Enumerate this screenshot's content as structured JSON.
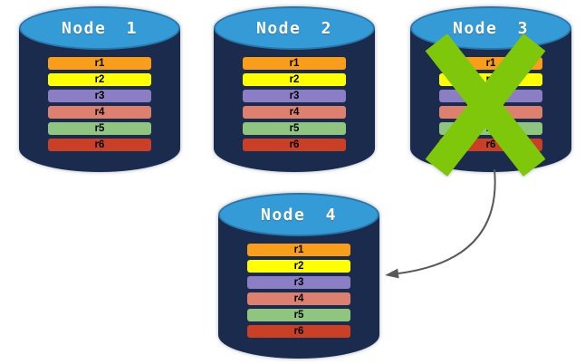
{
  "diagram": {
    "type": "database-replication",
    "colors": {
      "background": "#FFFFFF",
      "cylinder_body": "#1A2B4D",
      "cylinder_top": "#359BD7",
      "node_label_text": "#FFFFFF",
      "row_text": "#000000",
      "cross": "#7FC70B",
      "arrow": "#595959"
    },
    "nodes": [
      {
        "label": "Node 1",
        "failed": false,
        "rows": [
          {
            "label": "r1",
            "color": "#F99D1C"
          },
          {
            "label": "r2",
            "color": "#FFFF00"
          },
          {
            "label": "r3",
            "color": "#8C7EC4"
          },
          {
            "label": "r4",
            "color": "#DD8070"
          },
          {
            "label": "r5",
            "color": "#8FC57F"
          },
          {
            "label": "r6",
            "color": "#C94026"
          }
        ]
      },
      {
        "label": "Node 2",
        "failed": false,
        "rows": [
          {
            "label": "r1",
            "color": "#F99D1C"
          },
          {
            "label": "r2",
            "color": "#FFFF00"
          },
          {
            "label": "r3",
            "color": "#8C7EC4"
          },
          {
            "label": "r4",
            "color": "#DD8070"
          },
          {
            "label": "r5",
            "color": "#8FC57F"
          },
          {
            "label": "r6",
            "color": "#C94026"
          }
        ]
      },
      {
        "label": "Node 3",
        "failed": true,
        "rows": [
          {
            "label": "r1",
            "color": "#F99D1C"
          },
          {
            "label": "r2",
            "color": "#FFFF00"
          },
          {
            "label": "r3",
            "color": "#8C7EC4"
          },
          {
            "label": "r4",
            "color": "#DD8070"
          },
          {
            "label": "r5",
            "color": "#8FC57F"
          },
          {
            "label": "r6",
            "color": "#C94026"
          }
        ]
      },
      {
        "label": "Node 4",
        "failed": false,
        "rows": [
          {
            "label": "r1",
            "color": "#F99D1C"
          },
          {
            "label": "r2",
            "color": "#FFFF00"
          },
          {
            "label": "r3",
            "color": "#8C7EC4"
          },
          {
            "label": "r4",
            "color": "#DD8070"
          },
          {
            "label": "r5",
            "color": "#8FC57F"
          },
          {
            "label": "r6",
            "color": "#C94026"
          }
        ]
      }
    ],
    "arrow": {
      "from": "Node 3",
      "to": "Node 4"
    }
  }
}
